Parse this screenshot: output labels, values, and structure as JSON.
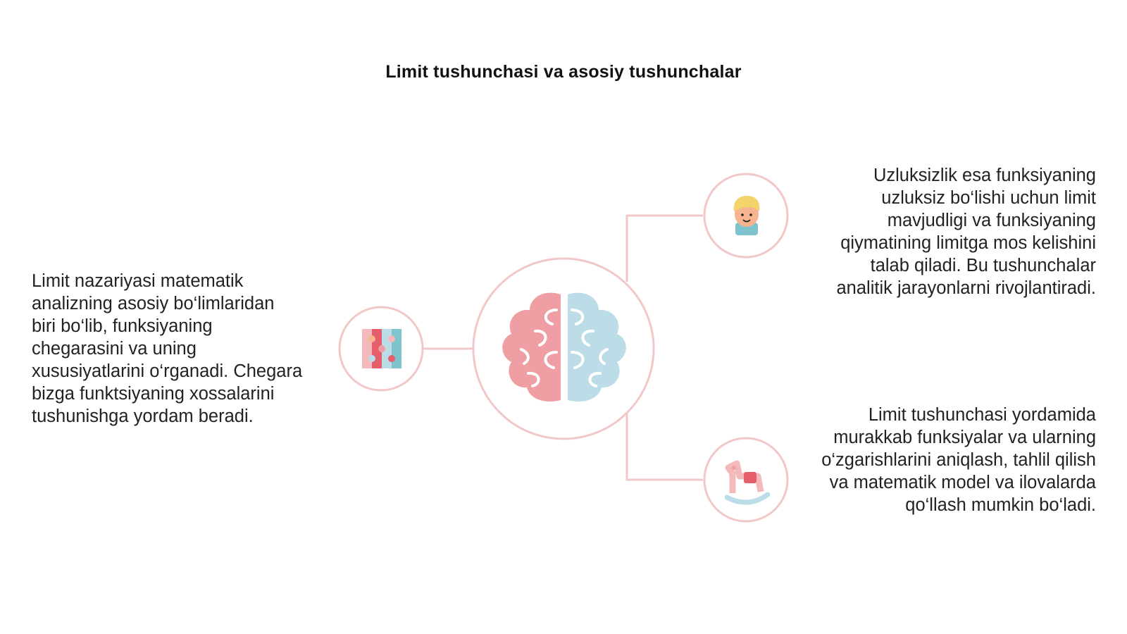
{
  "title": "Limit tushunchasi va asosiy tushunchalar",
  "left_text": "Limit nazariyasi matematik analizning asosiy bo‘limlaridan biri bo‘lib, funksiyaning chegarasini va uning xususiyatlarini o‘rganadi. Chegara bizga funktsiyaning xossalarini tushunishga yordam beradi.",
  "right_top_text": "Uzluksizlik esa funksiyaning uzluksiz bo‘lishi uchun limit mavjudligi va funksiyaning qiymatining limitga mos kelishini talab qiladi. Bu tushunchalar analitik jarayonlarni rivojlantiradi.",
  "right_bottom_text": "Limit tushunchasi yordamida murakkab funksiyalar va ularning o‘zgarishlarini aniqlash, tahlil qilish va matematik model va ilovalarda qo‘llash mumkin bo‘ladi.",
  "icons": {
    "center": "brain-icon",
    "left": "puzzle-icon",
    "top_right": "child-icon",
    "bottom_right": "rocking-horse-icon"
  },
  "colors": {
    "ring": "#f2c7c7",
    "pink": "#ef9ea3",
    "pink_light": "#f4b9bb",
    "blue": "#bcdde8",
    "blue_light": "#d8ecf2",
    "teal": "#7fc3cc",
    "skin": "#f6b48f",
    "hair": "#f3d46a",
    "red": "#e45f6b"
  }
}
